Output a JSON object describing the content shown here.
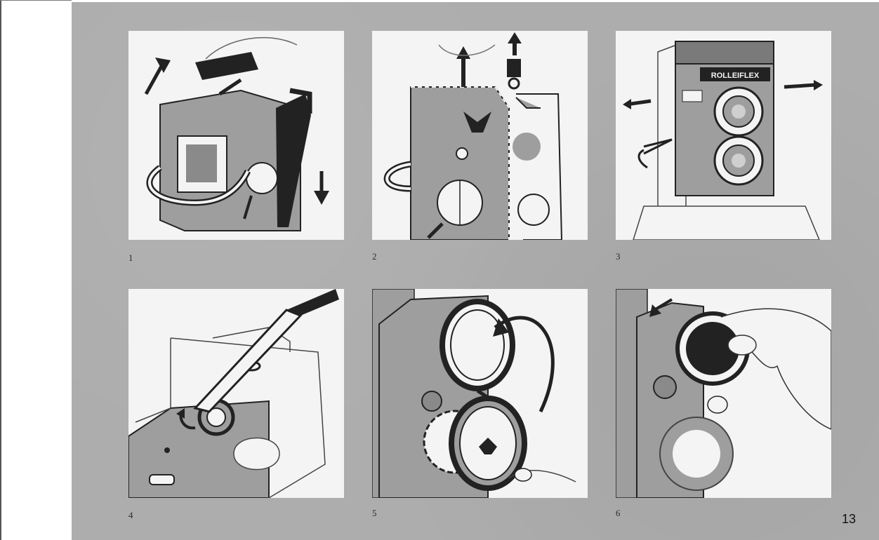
{
  "steps": [
    {
      "number": "1"
    },
    {
      "number": "2"
    },
    {
      "number": "3"
    },
    {
      "number": "4"
    },
    {
      "number": "5"
    },
    {
      "number": "6"
    }
  ],
  "camera_nameplate": "ROLLEIFLEX",
  "page_number": "13",
  "colors": {
    "page_background": "#adadad",
    "panel_background": "#f4f4f4",
    "illustration_fill": "#9e9e9e",
    "illustration_ink": "#222222"
  }
}
